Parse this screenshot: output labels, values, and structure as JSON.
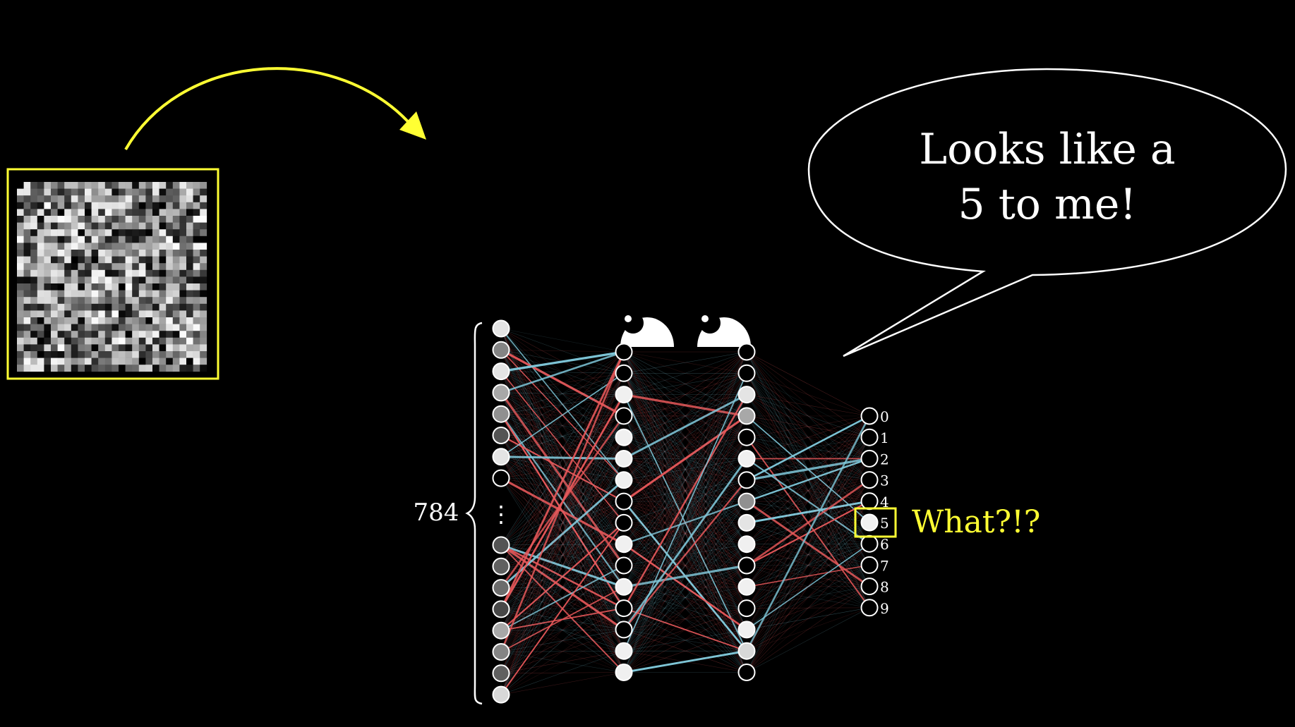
{
  "speech_bubble": {
    "line1": "Looks like a",
    "line2": "5 to me!"
  },
  "input_layer": {
    "count_label": "784",
    "ellipsis": "⋮",
    "activations": [
      0.95,
      0.55,
      0.95,
      0.7,
      0.6,
      0.35,
      0.95,
      0.0,
      0.35,
      0.4,
      0.45,
      0.3,
      0.7,
      0.55,
      0.4,
      0.9
    ]
  },
  "hidden_layer_1": {
    "activations": [
      0.0,
      0.0,
      1.0,
      0.0,
      1.0,
      1.0,
      1.0,
      0.0,
      0.0,
      1.0,
      0.0,
      1.0,
      0.0,
      0.0,
      1.0,
      1.0
    ]
  },
  "hidden_layer_2": {
    "activations": [
      0.0,
      0.0,
      0.95,
      0.7,
      0.0,
      1.0,
      0.0,
      0.6,
      0.95,
      1.0,
      0.0,
      1.0,
      0.0,
      1.0,
      0.9,
      0.0
    ]
  },
  "output_layer": {
    "labels": [
      "0",
      "1",
      "2",
      "3",
      "4",
      "5",
      "6",
      "7",
      "8",
      "9"
    ],
    "activations": [
      0,
      0,
      0,
      0,
      0,
      1,
      0,
      0,
      0,
      0
    ],
    "highlighted_digit": "5"
  },
  "reaction_text": "What?!?",
  "colors": {
    "highlight": "#ffff33",
    "positive_weight": "#e8585a",
    "negative_weight": "#7fc7d9",
    "text": "#ffffff"
  },
  "input_image": {
    "description_icon": "noise-image"
  }
}
